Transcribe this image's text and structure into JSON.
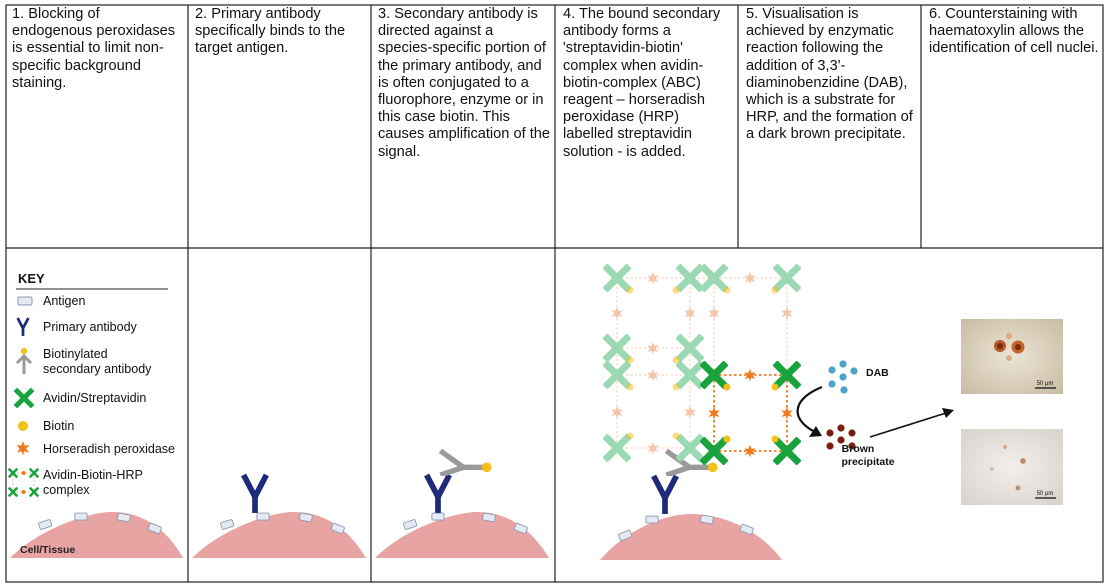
{
  "steps": [
    {
      "number": "1.",
      "text": "Blocking of endogenous peroxidases is essential to limit non-specific background staining."
    },
    {
      "number": "2.",
      "text": "Primary antibody specifically binds to the target antigen."
    },
    {
      "number": "3.",
      "text": "Secondary antibody is directed against a species-specific portion of the primary antibody, and is often conjugated to a fluorophore, enzyme or in this case biotin. This causes amplification of the signal."
    },
    {
      "number": "4.",
      "text": "The bound secondary antibody forms a 'streptavidin-biotin' complex when avidin-biotin-complex (ABC) reagent – horseradish peroxidase (HRP) labelled streptavidin solution - is added."
    },
    {
      "number": "5.",
      "text": "Visualisation is achieved by enzymatic reaction following the addition of 3,3'-diaminobenzidine (DAB), which is a substrate for HRP, and the formation of a dark brown precipitate."
    },
    {
      "number": "6.",
      "text": "Counterstaining with haematoxylin allows the identification of cell nuclei."
    }
  ],
  "key": {
    "title": "KEY",
    "items": [
      {
        "icon": "antigen-icon",
        "label": "Antigen"
      },
      {
        "icon": "primary-antibody-icon",
        "label": "Primary antibody"
      },
      {
        "icon": "biotinylated-secondary-antibody-icon",
        "label": "Biotinylated",
        "label2": "secondary antibody"
      },
      {
        "icon": "avidin-streptavidin-icon",
        "label": "Avidin/Streptavidin"
      },
      {
        "icon": "biotin-icon",
        "label": "Biotin"
      },
      {
        "icon": "horseradish-peroxidase-icon",
        "label": "Horseradish peroxidase"
      },
      {
        "icon": "avidin-biotin-hrp-complex-icon",
        "label": "Avidin-Biotin-HRP",
        "label2": "complex"
      }
    ],
    "tissue_label": "Cell/Tissue"
  },
  "step5_labels": {
    "dab": "DAB",
    "brown_line1": "Brown",
    "brown_line2": "precipitate"
  },
  "micrographs": [
    {
      "scale_label": "50 µm"
    },
    {
      "scale_label": "50 µm"
    }
  ],
  "colors": {
    "tissue": "#e8a3a3",
    "antigen": "#e4e9f2",
    "antibody_primary": "#1f2a7a",
    "antibody_secondary": "#9a9a9a",
    "streptavidin": "#18a33c",
    "streptavidin_faded": "#98d9b0",
    "biotin": "#f5c118",
    "hrp": "#f07a1e",
    "hrp_faded": "#f6c4a8",
    "dab": "#4aa3c8",
    "brown": "#7a1e12"
  }
}
